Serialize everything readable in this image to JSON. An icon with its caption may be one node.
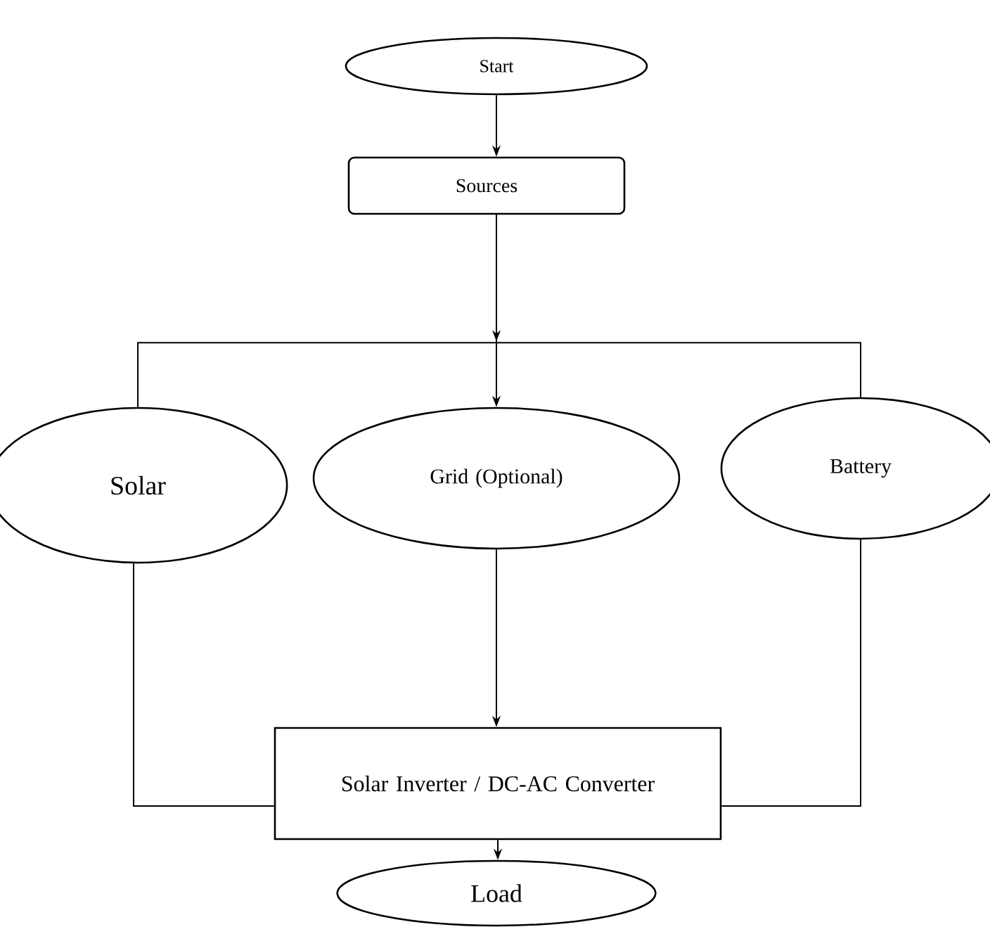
{
  "diagram": {
    "nodes": [
      {
        "text": [
          "Start"
        ]
      },
      {
        "text": [
          "Sources"
        ]
      },
      {
        "text": [
          "Solar"
        ]
      },
      {
        "text": [
          "Grid (Optional)"
        ]
      },
      {
        "text": [
          "Battery"
        ]
      },
      {
        "text": [
          "Solar Inverter / DC-AC Converter"
        ]
      },
      {
        "text": [
          "Load"
        ]
      }
    ],
    "edges": [
      {
        "from": 0,
        "to": 1,
        "arrow": "to"
      },
      {
        "from": 1,
        "to": 2,
        "arrow": "none"
      },
      {
        "from": 1,
        "to": 3,
        "arrow": "to"
      },
      {
        "from": 1,
        "to": 4,
        "arrow": "none"
      },
      {
        "from": 2,
        "to": 5,
        "arrow": "none"
      },
      {
        "from": 4,
        "to": 5,
        "arrow": "none"
      },
      {
        "from": 3,
        "to": 5,
        "arrow": "to"
      },
      {
        "from": 5,
        "to": 6,
        "arrow": "to"
      }
    ]
  }
}
